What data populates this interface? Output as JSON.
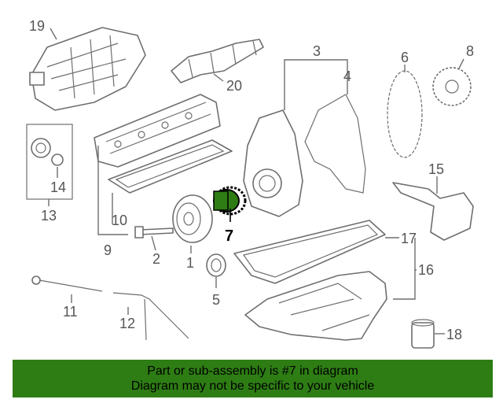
{
  "callouts": {
    "c1": "1",
    "c2": "2",
    "c3": "3",
    "c4": "4",
    "c5": "5",
    "c6": "6",
    "c7": "7",
    "c8": "8",
    "c9": "9",
    "c10": "10",
    "c11": "11",
    "c12": "12",
    "c13": "13",
    "c14": "14",
    "c15": "15",
    "c16": "16",
    "c17": "17",
    "c18": "18",
    "c19": "19",
    "c20": "20"
  },
  "highlight": {
    "part_number": "7",
    "color": "#2e7d14"
  },
  "banner": {
    "line1": "Part or sub-assembly is #7 in diagram",
    "line2": "Diagram may not be specific to your vehicle",
    "background": "#2e7d14"
  }
}
